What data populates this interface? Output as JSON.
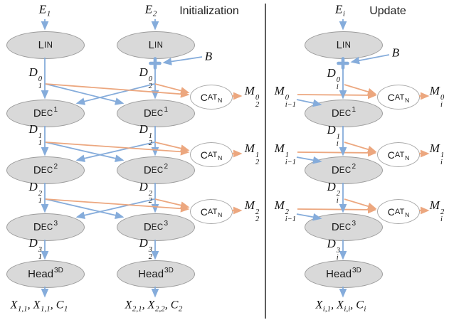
{
  "titles": {
    "left": "Initialization",
    "right": "Update"
  },
  "colors": {
    "arrow_blue": "#85ACDB",
    "arrow_orange": "#ECA77F",
    "node_fill": "#D9D9D9",
    "node_stroke": "#9C9C9C",
    "cat_fill": "#FFFFFF",
    "divider": "#1A1A1A",
    "text": "#111111"
  },
  "labels": {
    "sep": ",",
    "b": "B",
    "e1": {
      "b": "E",
      "sub": "1"
    },
    "e2": {
      "b": "E",
      "sub": "2"
    },
    "ei": {
      "b": "E",
      "sub": "i"
    },
    "lin": {
      "main": "L",
      "sc": "IN"
    },
    "dec1": {
      "main": "D",
      "sc": "EC",
      "sup": "1"
    },
    "dec2": {
      "main": "D",
      "sc": "EC",
      "sup": "2"
    },
    "dec3": {
      "main": "D",
      "sc": "EC",
      "sup": "3"
    },
    "head": {
      "main": "Head",
      "sup": "3D"
    },
    "cat": {
      "main": "C",
      "sc": "AT",
      "sub": "N"
    },
    "d": {
      "c1_0": {
        "b": "D",
        "sup": "0",
        "sub": "1"
      },
      "c1_1": {
        "b": "D",
        "sup": "1",
        "sub": "1"
      },
      "c1_2": {
        "b": "D",
        "sup": "2",
        "sub": "1"
      },
      "c1_3": {
        "b": "D",
        "sup": "3",
        "sub": "1"
      },
      "c2_0": {
        "b": "D",
        "sup": "0",
        "sub": "2"
      },
      "c2_1": {
        "b": "D",
        "sup": "1",
        "sub": "2"
      },
      "c2_2": {
        "b": "D",
        "sup": "2",
        "sub": "2"
      },
      "c2_3": {
        "b": "D",
        "sup": "3",
        "sub": "2"
      },
      "u_0": {
        "b": "D",
        "sup": "0",
        "sub": "i"
      },
      "u_1": {
        "b": "D",
        "sup": "1",
        "sub": "i"
      },
      "u_2": {
        "b": "D",
        "sup": "2",
        "sub": "i"
      },
      "u_3": {
        "b": "D",
        "sup": "3",
        "sub": "i"
      }
    },
    "m2": {
      "r0": {
        "b": "M",
        "sup": "0",
        "sub": "2"
      },
      "r1": {
        "b": "M",
        "sup": "1",
        "sub": "2"
      },
      "r2": {
        "b": "M",
        "sup": "2",
        "sub": "2"
      }
    },
    "mprev": {
      "r0": {
        "b": "M",
        "sup": "0",
        "sub": "i−1"
      },
      "r1": {
        "b": "M",
        "sup": "1",
        "sub": "i−1"
      },
      "r2": {
        "b": "M",
        "sup": "2",
        "sub": "i−1"
      }
    },
    "mi": {
      "r0": {
        "b": "M",
        "sup": "0",
        "sub": "i"
      },
      "r1": {
        "b": "M",
        "sup": "1",
        "sub": "i"
      },
      "r2": {
        "b": "M",
        "sup": "2",
        "sub": "i"
      }
    },
    "out1": {
      "x1": {
        "b": "X",
        "sub": "1,1"
      },
      "x2": {
        "b": "X",
        "sub": "1,1"
      },
      "c": {
        "b": "C",
        "sub": "1"
      }
    },
    "out2": {
      "x1": {
        "b": "X",
        "sub": "2,1"
      },
      "x2": {
        "b": "X",
        "sub": "2,2"
      },
      "c": {
        "b": "C",
        "sub": "2"
      }
    },
    "outi": {
      "x1": {
        "b": "X",
        "sub": "i,1"
      },
      "x2": {
        "b": "X",
        "sub": "i,i"
      },
      "c": {
        "b": "C",
        "sub": "i"
      }
    }
  }
}
